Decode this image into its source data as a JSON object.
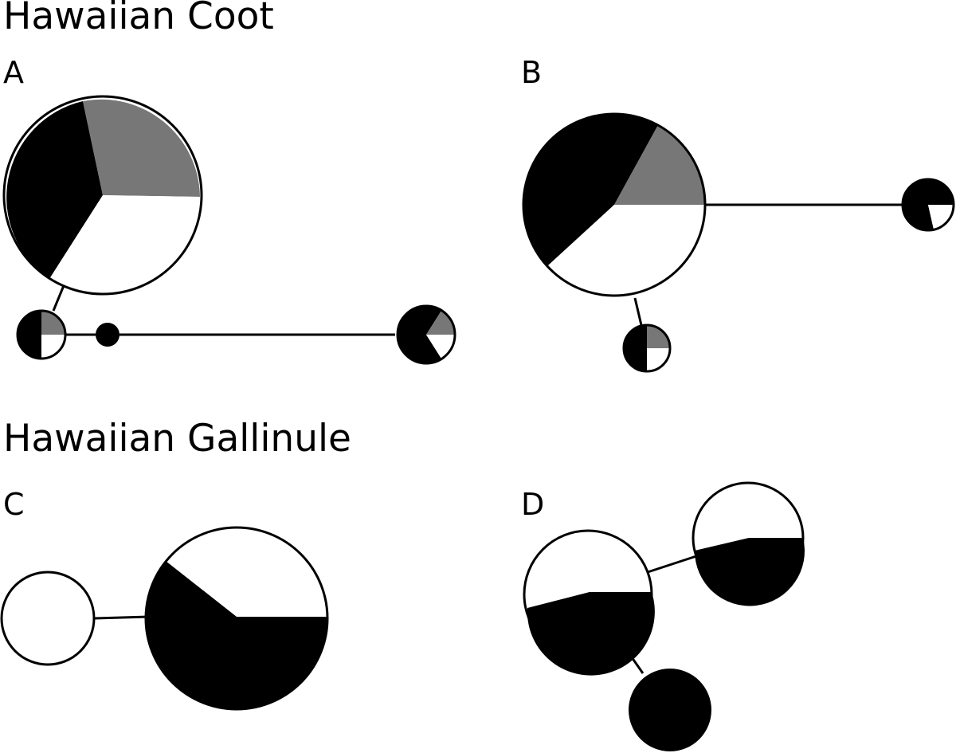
{
  "sections": [
    {
      "title": "Hawaiian Coot",
      "panels": [
        "A",
        "B"
      ]
    },
    {
      "title": "Hawaiian Gallinule",
      "panels": [
        "C",
        "D"
      ]
    }
  ],
  "colors": {
    "black": "#000000",
    "gray": "#777777",
    "white": "#ffffff"
  },
  "haplotype_nodes": [
    {
      "panel": "A",
      "node": 1,
      "composition": {
        "black": 0.39,
        "gray": 0.28,
        "white": 0.33
      }
    },
    {
      "panel": "A",
      "node": 2,
      "composition": {
        "black": 0.5,
        "gray": 0.25,
        "white": 0.25
      }
    },
    {
      "panel": "A",
      "node": 3,
      "composition": {
        "black": 1.0
      }
    },
    {
      "panel": "A",
      "node": 4,
      "composition": {
        "black": 0.72,
        "gray": 0.14,
        "white": 0.14
      }
    },
    {
      "panel": "B",
      "node": 1,
      "composition": {
        "black": 0.47,
        "gray": 0.16,
        "white": 0.37
      }
    },
    {
      "panel": "B",
      "node": 2,
      "composition": {
        "black": 0.5,
        "gray": 0.25,
        "white": 0.25
      }
    },
    {
      "panel": "B",
      "node": 3,
      "composition": {
        "black": 0.8,
        "white": 0.2
      }
    },
    {
      "panel": "C",
      "node": 1,
      "composition": {
        "white": 1.0
      }
    },
    {
      "panel": "C",
      "node": 2,
      "composition": {
        "black": 0.6,
        "white": 0.4
      }
    },
    {
      "panel": "D",
      "node": 1,
      "composition": {
        "black": 0.5,
        "white": 0.5
      }
    },
    {
      "panel": "D",
      "node": 2,
      "composition": {
        "black": 0.5,
        "white": 0.5
      }
    },
    {
      "panel": "D",
      "node": 3,
      "composition": {
        "black": 1.0
      }
    }
  ]
}
